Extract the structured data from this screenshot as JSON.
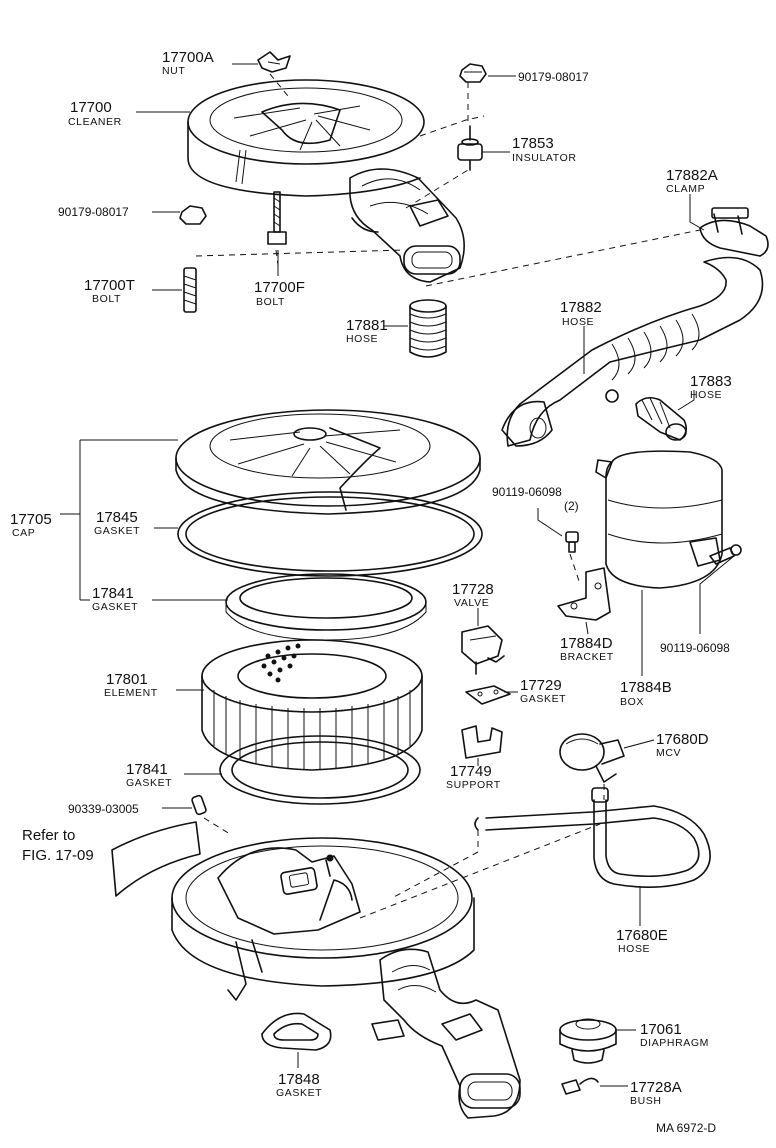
{
  "parts": [
    {
      "number": "17700A",
      "name": "NUT"
    },
    {
      "number": "90179-08017",
      "name": ""
    },
    {
      "number": "17700",
      "name": "CLEANER"
    },
    {
      "number": "17853",
      "name": "INSULATOR"
    },
    {
      "number": "17882A",
      "name": "CLAMP"
    },
    {
      "number": "90179-08017",
      "name": ""
    },
    {
      "number": "17700T",
      "name": "BOLT"
    },
    {
      "number": "17700F",
      "name": "BOLT"
    },
    {
      "number": "17881",
      "name": "HOSE"
    },
    {
      "number": "17882",
      "name": "HOSE"
    },
    {
      "number": "17883",
      "name": "HOSE"
    },
    {
      "number": "17705",
      "name": "CAP"
    },
    {
      "number": "17845",
      "name": "GASKET"
    },
    {
      "number": "90119-06098",
      "name": "(2)"
    },
    {
      "number": "17841",
      "name": "GASKET"
    },
    {
      "number": "17728",
      "name": "VALVE"
    },
    {
      "number": "17884D",
      "name": "BRACKET"
    },
    {
      "number": "90119-06098",
      "name": ""
    },
    {
      "number": "17801",
      "name": "ELEMENT"
    },
    {
      "number": "17729",
      "name": "GASKET"
    },
    {
      "number": "17884B",
      "name": "BOX"
    },
    {
      "number": "17841",
      "name": "GASKET"
    },
    {
      "number": "17749",
      "name": "SUPPORT"
    },
    {
      "number": "17680D",
      "name": "MCV"
    },
    {
      "number": "90339-03005",
      "name": ""
    },
    {
      "number": "17680E",
      "name": "HOSE"
    },
    {
      "number": "17848",
      "name": "GASKET"
    },
    {
      "number": "17061",
      "name": "DIAPHRAGM"
    },
    {
      "number": "17728A",
      "name": "BUSH"
    }
  ],
  "reference": {
    "line1": "Refer to",
    "line2": "FIG. 17-09"
  },
  "diagram_code": "MA  6972-D"
}
